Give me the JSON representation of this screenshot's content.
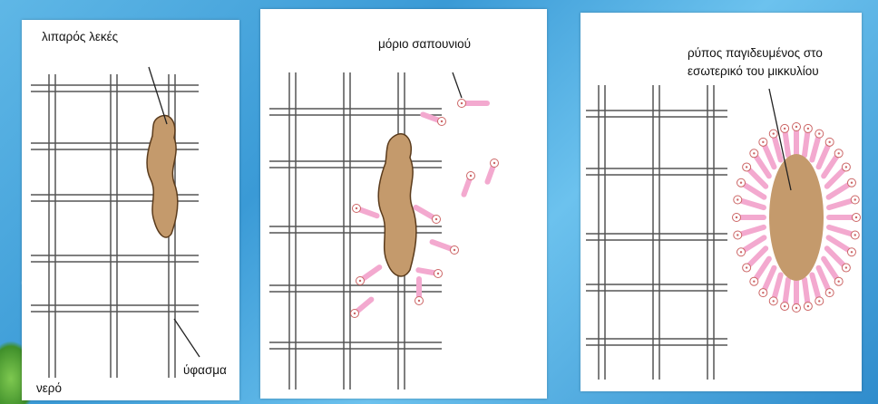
{
  "panels": [
    {
      "labels": {
        "stain": "λιπαρός λεκές",
        "fabric": "ύφασμα",
        "water": "νερό"
      }
    },
    {
      "labels": {
        "soap_molecule": "μόριο σαπουνιού"
      }
    },
    {
      "labels": {
        "trapped_line1": "ρύπος παγιδευμένος στο",
        "trapped_line2": "εσωτερικό του μικκυλίου"
      }
    }
  ],
  "colors": {
    "stain_fill": "#c49a6c",
    "stain_stroke": "#5a3b1c",
    "soap_pink": "#f3a9cf",
    "thread": "#555555"
  }
}
